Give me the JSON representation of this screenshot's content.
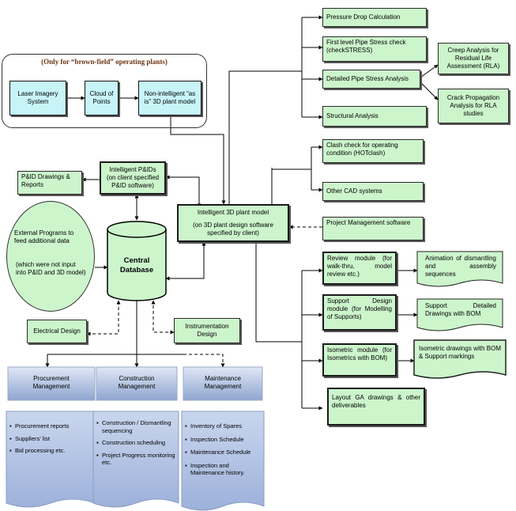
{
  "brownfield": {
    "title": "(Only for “brown-field” operating plants)",
    "laser": "Laser Imagery System",
    "cloud": "Cloud of Points",
    "nonint": "Non-intelligent “as is” 3D plant model"
  },
  "analysis": {
    "pressure_drop": "Pressure Drop Calculation",
    "first_level": "First level Pipe Stress check (checkSTRESS)",
    "detailed": "Detailed Pipe Stress Analysis",
    "structural": "Structural Analysis",
    "creep": "Creep Analysis for Residual Life Assessment (RLA)",
    "crack": "Crack Propagation Analysis for RLA studies"
  },
  "cad": {
    "clash": "Clash check for operating condition (HOTclash)",
    "other": "Other CAD systems",
    "project_mgmt": "Project Management software"
  },
  "core": {
    "pid_drawings": "P&ID Drawings & Reports",
    "intelligent_pid": "Intelligent P&IDs (on client specified P&ID software)",
    "model_title": "Intelligent 3D plant model",
    "model_sub": "(on 3D plant design software specified by client)",
    "central_db": "Central Database",
    "ext_1": "External Programs to feed additional data",
    "ext_2": "(which were not input into P&ID and 3D model)",
    "electrical": "Electrical Design",
    "instrumentation": "Instrumentation Design"
  },
  "modules": {
    "review": "Review module (for walk-thru, model review etc.)",
    "animation": "Animation of dismantling and assembly sequences",
    "support": "Support Design module (for Modelling of Supports)",
    "support_drawings": "Support Detailed Drawings with BOM",
    "isometric": "Isometric module (for Isometrics with BOM)",
    "iso_drawings": "Isometric drawings with BOM & Support markings",
    "layout": "Layout GA drawings & other deliverables"
  },
  "management": {
    "procurement": {
      "title": "Procurement Management",
      "items": [
        "Procurement reports",
        "Suppliers’ list",
        "Bid processing etc."
      ]
    },
    "construction": {
      "title": "Construction Management",
      "items": [
        "Construction / Dismantling sequencing",
        "Construction scheduling",
        "Project Progress monitoring etc."
      ]
    },
    "maintenance": {
      "title": "Maintenance Management",
      "items": [
        "Inventory of Spares",
        "Inspection Schedule",
        "Maintenance Schedule",
        "Inspection and Maintenance history."
      ]
    }
  },
  "colors": {
    "box_fill": "#ccf5cc",
    "cyan_fill": "#c8f4f8",
    "title_brown": "#6b3410",
    "doc_blue": "#a9bcdc"
  }
}
